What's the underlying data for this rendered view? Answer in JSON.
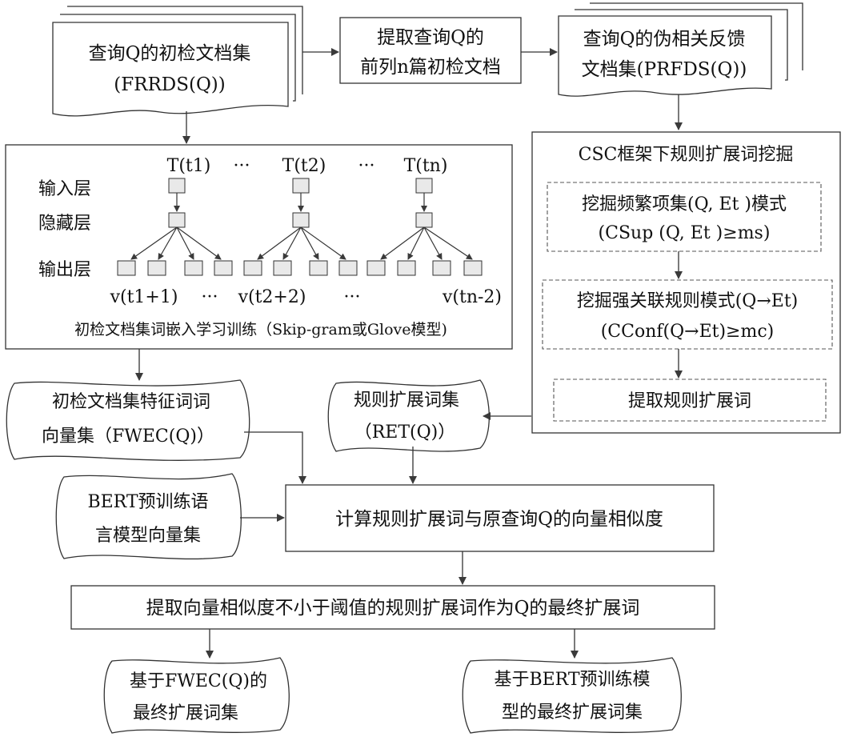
{
  "docs_initial": {
    "line1": "查询Q的初检文档集",
    "line2": "(FRRDS(Q))"
  },
  "extract_top_n": {
    "line1": "提取查询Q的",
    "line2": "前列n篇初检文档"
  },
  "pseudo_feedback": {
    "line1": "查询Q的伪相关反馈",
    "line2": "文档集(PRFDS(Q))"
  },
  "embedding_panel": {
    "caption": "初检文档集词嵌入学习训练（Skip-gram或Glove模型)",
    "layer_input": "输入层",
    "layer_hidden": "隐藏层",
    "layer_output": "输出层",
    "top_labels": [
      "T(t1)",
      "···",
      "T(t2)",
      "···",
      "T(tn)"
    ],
    "bottom_labels": [
      "v(t1+1)",
      "···",
      "v(t2+2)",
      "···",
      "v(tn-2)"
    ]
  },
  "csc_panel": {
    "title": "CSC框架下规则扩展词挖掘",
    "step1_line1": "挖掘频繁项集(Q, Et )模式",
    "step1_line2": "(CSup (Q, Et )≥ms)",
    "step2_line1": "挖掘强关联规则模式(Q→Et)",
    "step2_line2": "(CConf(Q→Et)≥mc)",
    "step3": "提取规则扩展词"
  },
  "fwec": {
    "line1": "初检文档集特征词词",
    "line2": "向量集（FWEC(Q)）"
  },
  "ret": {
    "line1": "规则扩展词集",
    "line2": "（RET(Q)）"
  },
  "bert_vectors": {
    "line1": "BERT预训练语",
    "line2": "言模型向量集"
  },
  "similarity": {
    "label": "计算规则扩展词与原查询Q的向量相似度"
  },
  "threshold": {
    "label": "提取向量相似度不小于阈值的规则扩展词作为Q的最终扩展词"
  },
  "final_fwec": {
    "line1": "基于FWEC(Q)的",
    "line2": "最终扩展词集"
  },
  "final_bert": {
    "line1": "基于BERT预训练模",
    "line2": "型的最终扩展词集"
  },
  "colors": {
    "stroke": "#333333",
    "node_fill": "#e9e9e9"
  }
}
